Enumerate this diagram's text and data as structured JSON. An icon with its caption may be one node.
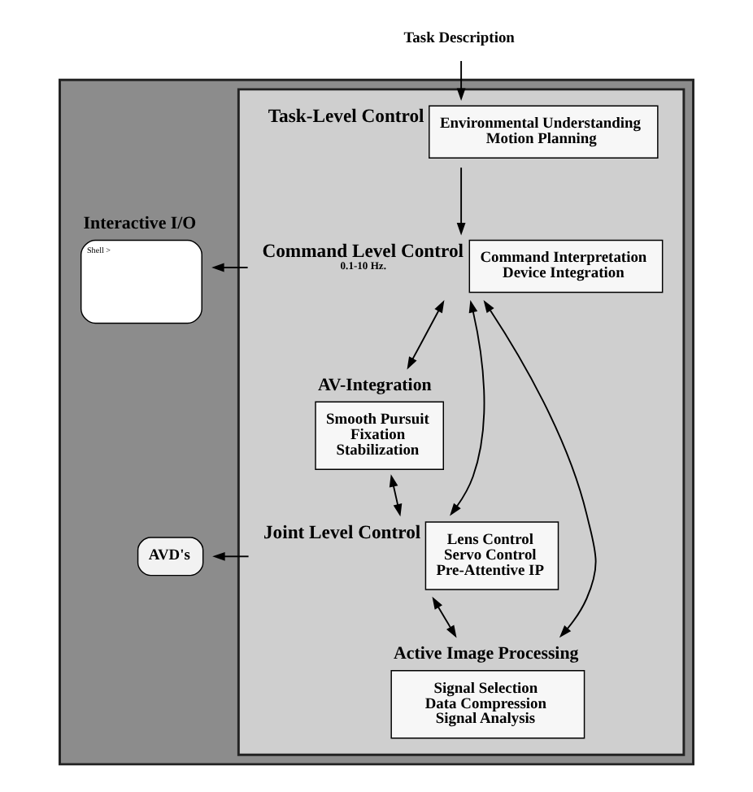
{
  "diagram": {
    "nodes": [
      {
        "text": [
          "Task Description"
        ]
      },
      {
        "text": [],
        "shape": "box"
      },
      {
        "text": [],
        "shape": "box",
        "in": 1
      },
      {
        "text": [
          "Environmental Understanding",
          "Motion Planning"
        ],
        "in": 2,
        "beside": [
          "Task-Level Control"
        ]
      },
      {
        "text": [
          "Command Interpretation",
          "Device Integration"
        ],
        "in": 2,
        "beside": [
          "Command Level Control",
          "0.1-10 Hz."
        ]
      },
      {
        "text": [
          "Interactive I/O",
          "Shell >"
        ],
        "in": 1
      },
      {
        "text": [
          "AV-Integration",
          "Smooth Pursuit",
          "Fixation",
          "Stabilization"
        ],
        "in": 2
      },
      {
        "text": [
          "Active Image Processing",
          "Signal Selection",
          "Data Compression",
          "Signal Analysis"
        ],
        "in": 2
      },
      {
        "text": [
          "Lens Control",
          "Servo Control",
          "Pre-Attentive IP"
        ],
        "in": 2,
        "beside": [
          "Joint Level Control"
        ]
      },
      {
        "text": [
          "AVD's"
        ],
        "in": 1
      }
    ],
    "edges": [
      {
        "from": 0,
        "to": 3,
        "arrow": "to"
      },
      {
        "from": 3,
        "to": 4,
        "arrow": "to"
      },
      {
        "from": 4,
        "to": 5,
        "arrow": "to"
      },
      {
        "from": 4,
        "to": 6,
        "arrow": "both"
      },
      {
        "from": 4,
        "to": 7,
        "arrow": "both"
      },
      {
        "from": 4,
        "to": 8,
        "arrow": "both"
      },
      {
        "from": 6,
        "to": 8,
        "arrow": "both"
      },
      {
        "from": 8,
        "to": 7,
        "arrow": "both"
      },
      {
        "from": 8,
        "to": 9,
        "arrow": "to"
      }
    ]
  }
}
